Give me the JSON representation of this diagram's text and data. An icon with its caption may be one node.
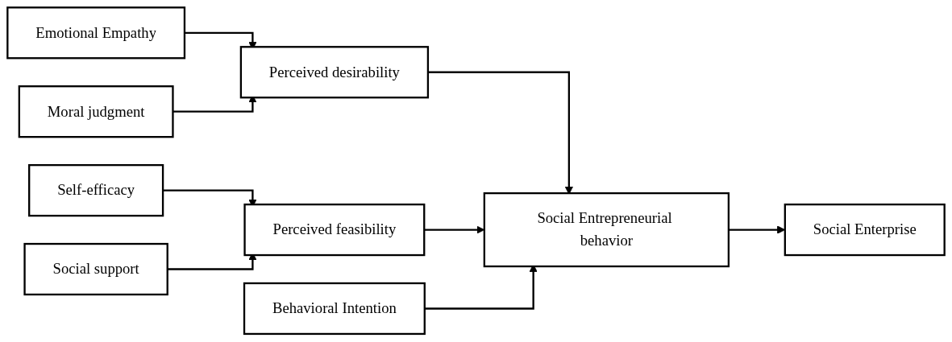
{
  "diagram": {
    "nodes": [
      {
        "text": [
          "Emotional Empathy"
        ]
      },
      {
        "text": [
          "Moral judgment"
        ]
      },
      {
        "text": [
          "Perceived desirability"
        ]
      },
      {
        "text": [
          "Behavioral Intention"
        ]
      },
      {
        "text": [
          "Self-efficacy"
        ]
      },
      {
        "text": [
          "Social support"
        ]
      },
      {
        "text": [
          "Perceived feasibility"
        ]
      },
      {
        "text": [
          "Social Entrepreneurial behavior"
        ]
      },
      {
        "text": [
          "Social Enterprise"
        ]
      }
    ],
    "edges": [
      {
        "from": 0,
        "to": 2,
        "arrow": "to"
      },
      {
        "from": 1,
        "to": 2,
        "arrow": "to"
      },
      {
        "from": 2,
        "to": 7,
        "arrow": "to"
      },
      {
        "from": 4,
        "to": 6,
        "arrow": "to"
      },
      {
        "from": 5,
        "to": 6,
        "arrow": "to"
      },
      {
        "from": 6,
        "to": 7,
        "arrow": "to"
      },
      {
        "from": 3,
        "to": 7,
        "arrow": "to"
      },
      {
        "from": 7,
        "to": 8,
        "arrow": "to"
      }
    ]
  }
}
